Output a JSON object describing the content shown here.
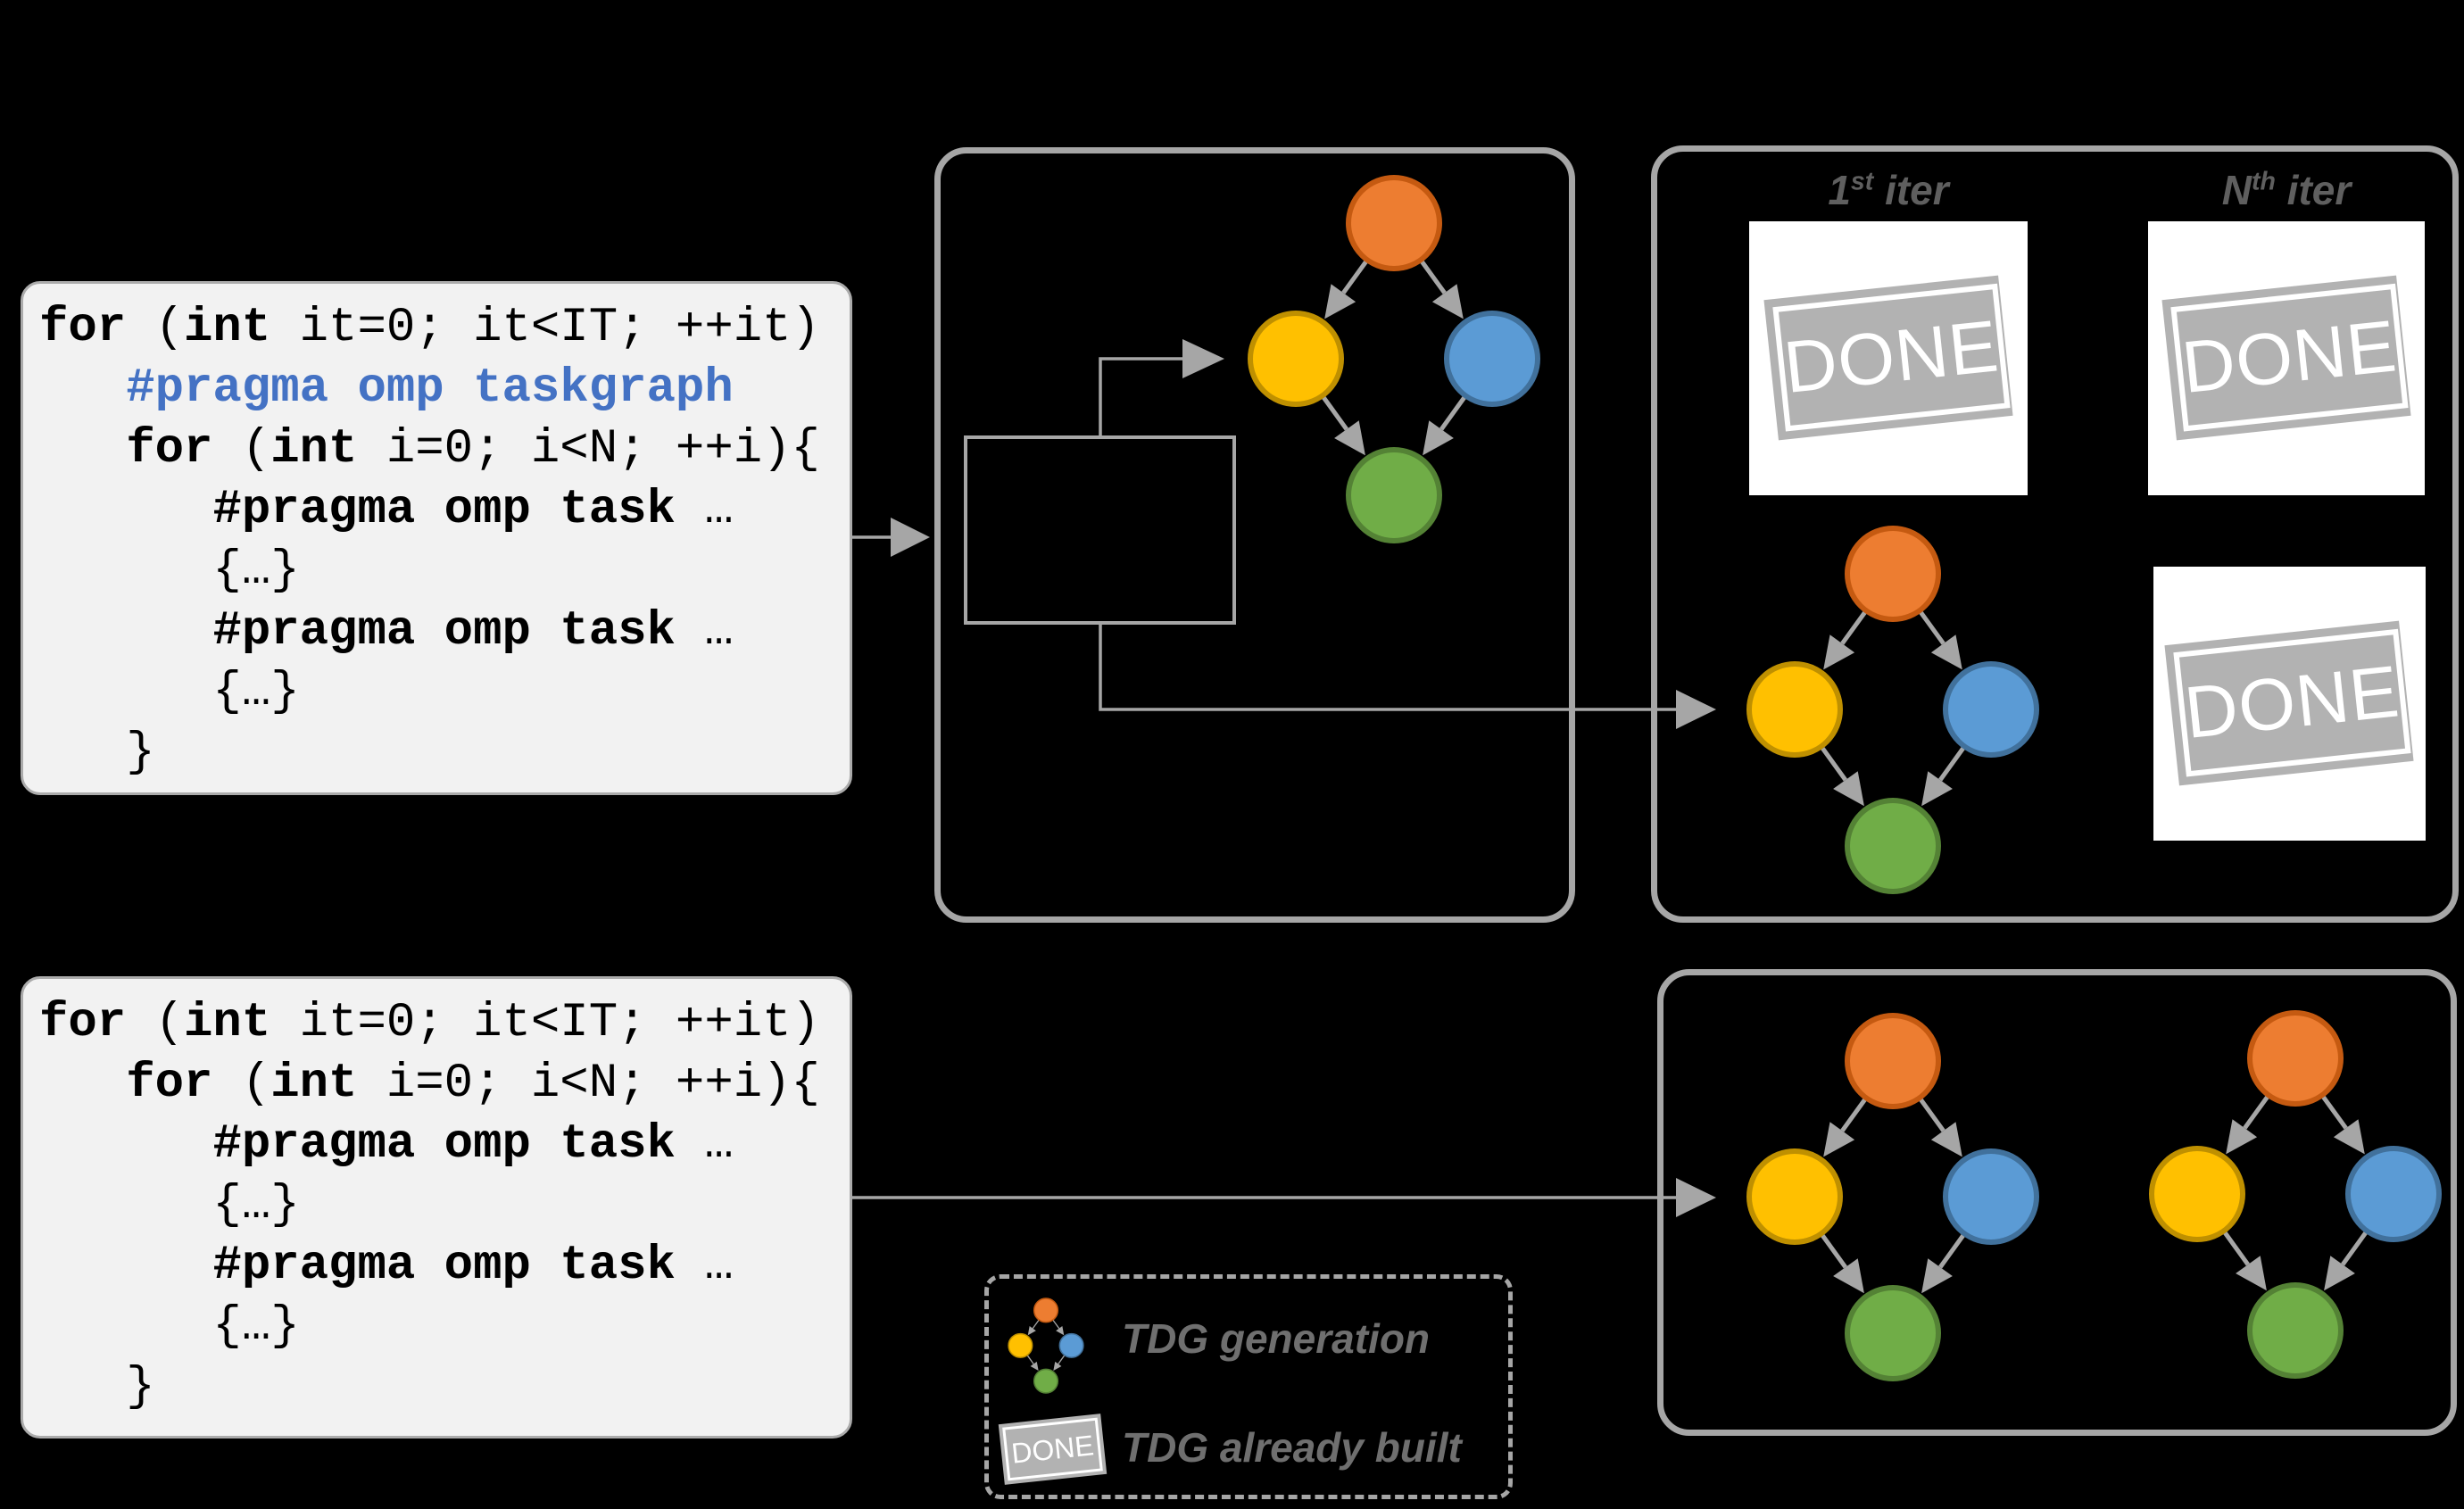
{
  "colors": {
    "background": "#000000",
    "panel_border": "#A6A6A6",
    "code_bg": "#F2F2F2",
    "code_border": "#ABABAB",
    "code_text": "#000000",
    "pragma_blue": "#4472C4",
    "arrow": "#A6A6A6",
    "node_orange": "#ED7D31",
    "node_orange_border": "#C55A11",
    "node_yellow": "#FFC000",
    "node_yellow_border": "#BF9000",
    "node_blue": "#5B9BD5",
    "node_blue_border": "#41719C",
    "node_green": "#70AD47",
    "node_green_border": "#548235",
    "stamp_gray": "#B2B2B2",
    "stamp_text": "#FFFFFF",
    "white_card": "#FFFFFF",
    "iter_label": "#5F5F5F",
    "legend_text": "#6F6F6F"
  },
  "code_block_taskgraph": {
    "lines": [
      [
        {
          "t": "for",
          "s": "kw"
        },
        {
          "t": " (",
          "s": "p"
        },
        {
          "t": "int",
          "s": "kw"
        },
        {
          "t": " it=0; it<IT; ++it)",
          "s": "p"
        }
      ],
      [
        {
          "t": "   ",
          "s": "p"
        },
        {
          "t": "#pragma omp taskgraph",
          "s": "kwb"
        }
      ],
      [
        {
          "t": "   ",
          "s": "p"
        },
        {
          "t": "for",
          "s": "kw"
        },
        {
          "t": " (",
          "s": "p"
        },
        {
          "t": "int",
          "s": "kw"
        },
        {
          "t": " i=0; i<N; ++i){",
          "s": "p"
        }
      ],
      [
        {
          "t": "      ",
          "s": "p"
        },
        {
          "t": "#pragma omp task",
          "s": "kw"
        },
        {
          "t": " …",
          "s": "p"
        }
      ],
      [
        {
          "t": "      {…}",
          "s": "p"
        }
      ],
      [
        {
          "t": "      ",
          "s": "p"
        },
        {
          "t": "#pragma omp task",
          "s": "kw"
        },
        {
          "t": " …",
          "s": "p"
        }
      ],
      [
        {
          "t": "      {…}",
          "s": "p"
        }
      ],
      [
        {
          "t": "   }",
          "s": "p"
        }
      ]
    ]
  },
  "code_block_no_taskgraph": {
    "lines": [
      [
        {
          "t": "for",
          "s": "kw"
        },
        {
          "t": " (",
          "s": "p"
        },
        {
          "t": "int",
          "s": "kw"
        },
        {
          "t": " it=0; it<IT; ++it)",
          "s": "p"
        }
      ],
      [
        {
          "t": "   ",
          "s": "p"
        },
        {
          "t": "for",
          "s": "kw"
        },
        {
          "t": " (",
          "s": "p"
        },
        {
          "t": "int",
          "s": "kw"
        },
        {
          "t": " i=0; i<N; ++i){",
          "s": "p"
        }
      ],
      [
        {
          "t": "      ",
          "s": "p"
        },
        {
          "t": "#pragma omp task",
          "s": "kw"
        },
        {
          "t": " …",
          "s": "p"
        }
      ],
      [
        {
          "t": "      {…}",
          "s": "p"
        }
      ],
      [
        {
          "t": "      ",
          "s": "p"
        },
        {
          "t": "#pragma omp task",
          "s": "kw"
        },
        {
          "t": " …",
          "s": "p"
        }
      ],
      [
        {
          "t": "      {…}",
          "s": "p"
        }
      ],
      [
        {
          "t": "   }",
          "s": "p"
        }
      ]
    ]
  },
  "right_top_panel": {
    "col1_label": {
      "base": "1",
      "sup": "st",
      "rest": " iter"
    },
    "col2_label": {
      "base": "N",
      "sup": "th",
      "rest": " iter"
    }
  },
  "stamp_text": "DONE",
  "legend": {
    "items": [
      {
        "icon": "tdg-mini-icon",
        "label": "TDG generation"
      },
      {
        "icon": "done-stamp-icon",
        "label": "TDG already built"
      }
    ]
  },
  "tdg_node_names": [
    "task-node-orange",
    "task-node-yellow",
    "task-node-blue",
    "task-node-green"
  ]
}
